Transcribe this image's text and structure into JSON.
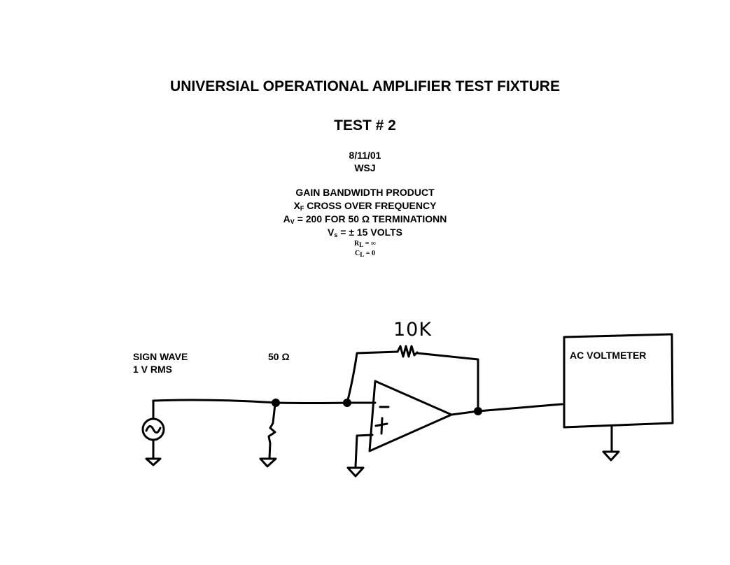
{
  "header": {
    "title": "UNIVERSIAL OPERATIONAL AMPLIFIER TEST FIXTURE",
    "test": "TEST # 2",
    "date": "8/11/01",
    "initials": "WSJ"
  },
  "conditions": {
    "line1": "GAIN BANDWIDTH PRODUCT",
    "line2_sym": "X",
    "line2_sub": "F",
    "line2_text": " CROSS OVER FREQUENCY",
    "line3_sym": "A",
    "line3_sub": "V",
    "line3_text": " = 200 FOR 50 Ω TERMINATIONN",
    "line4_sym": "V",
    "line4_sub": "s",
    "line4_text": " = ± 15 VOLTS",
    "line5_sym": "R",
    "line5_sub": "L",
    "line5_text": " = ∞",
    "line6_sym": "C",
    "line6_sub": "L",
    "line6_text": " = 0"
  },
  "schematic": {
    "source_label_1": "SIGN WAVE",
    "source_label_2": "1 V RMS",
    "input_resistor_label": "50 Ω",
    "feedback_resistor_label": "10K",
    "meter_label": "AC VOLTMETER",
    "inverting_sign": "−",
    "noninverting_sign": "+"
  }
}
